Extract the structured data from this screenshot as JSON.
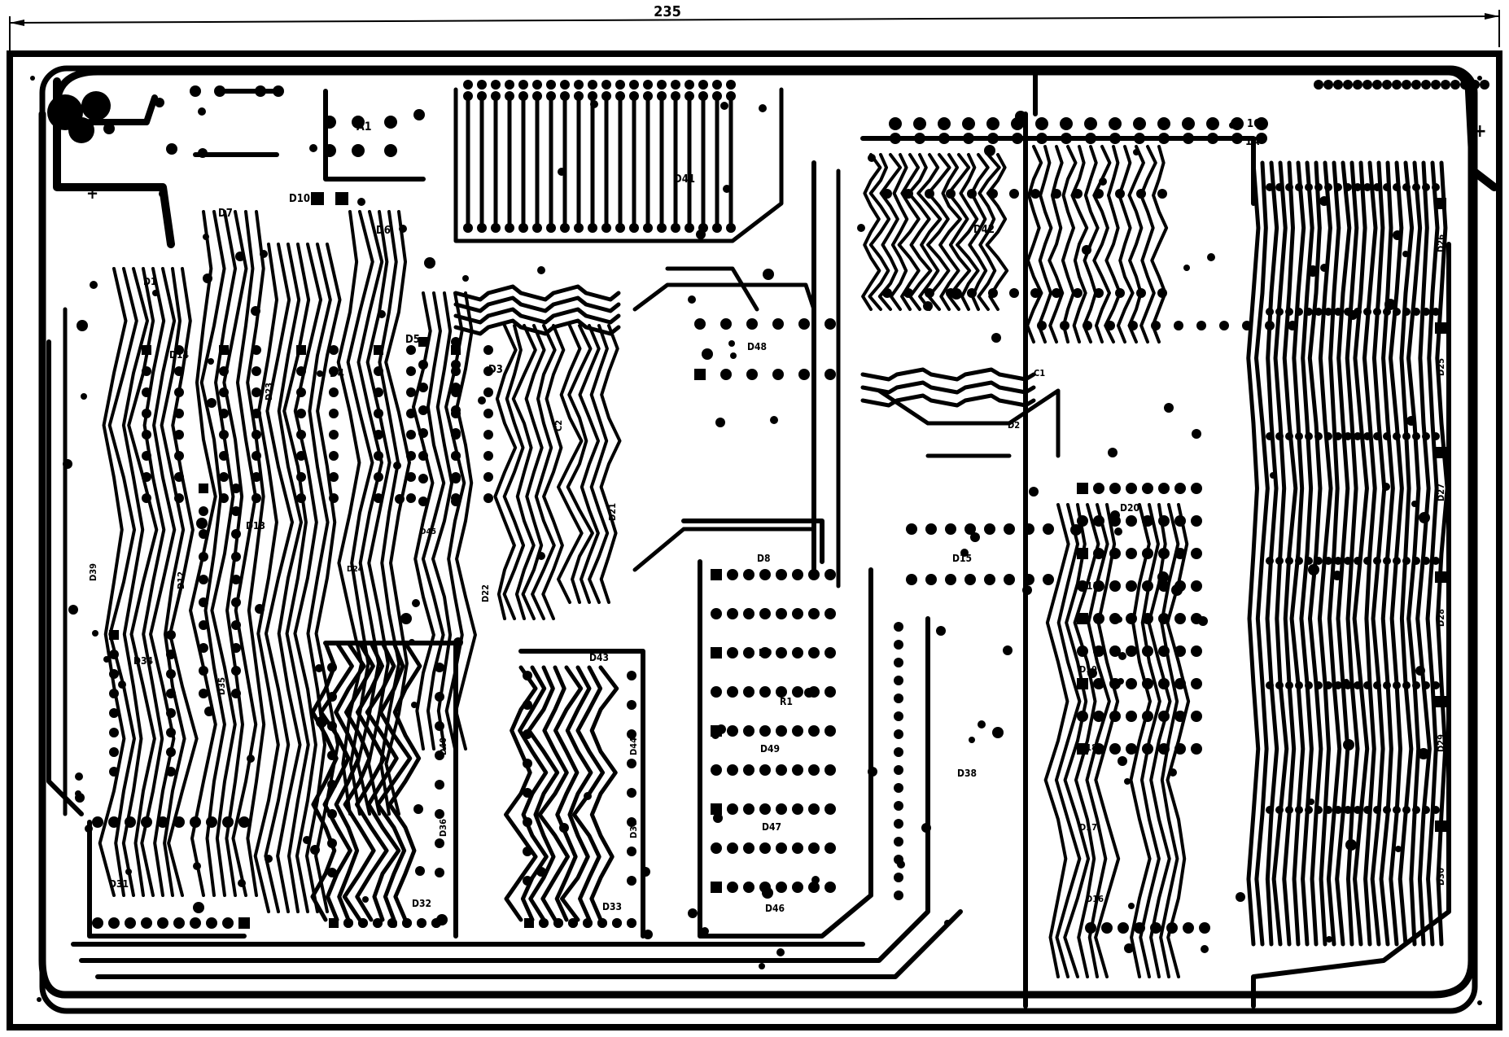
{
  "dimension": {
    "value": "235"
  },
  "board": {
    "trace_color": "#000000",
    "background_color": "#ffffff"
  },
  "polarity": {
    "left": "+",
    "right": "+"
  },
  "labels": [
    {
      "id": "A1",
      "text": "A1"
    },
    {
      "id": "D10",
      "text": "D10"
    },
    {
      "id": "D7",
      "text": "D7"
    },
    {
      "id": "D6",
      "text": "D6"
    },
    {
      "id": "D1",
      "text": "D1"
    },
    {
      "id": "D14",
      "text": "D14"
    },
    {
      "id": "D4",
      "text": "D4"
    },
    {
      "id": "D5",
      "text": "D5"
    },
    {
      "id": "D3",
      "text": "D3"
    },
    {
      "id": "D13",
      "text": "D13"
    },
    {
      "id": "D34",
      "text": "D34"
    },
    {
      "id": "D31",
      "text": "D31"
    },
    {
      "id": "D32",
      "text": "D32"
    },
    {
      "id": "D33",
      "text": "D33"
    },
    {
      "id": "D41",
      "text": "D41"
    },
    {
      "id": "D42",
      "text": "D42"
    },
    {
      "id": "D48",
      "text": "D48"
    },
    {
      "id": "D8",
      "text": "D8"
    },
    {
      "id": "D9",
      "text": "D9"
    },
    {
      "id": "R1",
      "text": "R1"
    },
    {
      "id": "D49",
      "text": "D49"
    },
    {
      "id": "D47",
      "text": "D47"
    },
    {
      "id": "D46",
      "text": "D46"
    },
    {
      "id": "D43",
      "text": "D43"
    },
    {
      "id": "D15",
      "text": "D15"
    },
    {
      "id": "D38",
      "text": "D38"
    },
    {
      "id": "D20",
      "text": "D20"
    },
    {
      "id": "D11",
      "text": "D11"
    },
    {
      "id": "D19",
      "text": "D19"
    },
    {
      "id": "D18",
      "text": "D18"
    },
    {
      "id": "D17",
      "text": "D17"
    },
    {
      "id": "D16",
      "text": "D16"
    },
    {
      "id": "D2",
      "text": "D2"
    },
    {
      "id": "C1",
      "text": "C1"
    },
    {
      "id": "D21",
      "text": "D21"
    },
    {
      "id": "D22",
      "text": "D22"
    },
    {
      "id": "D35",
      "text": "D35"
    },
    {
      "id": "D40",
      "text": "D40"
    },
    {
      "id": "D44",
      "text": "D44"
    },
    {
      "id": "D36",
      "text": "D36"
    },
    {
      "id": "D37",
      "text": "D37"
    },
    {
      "id": "D26",
      "text": "D26"
    },
    {
      "id": "D25",
      "text": "D25"
    },
    {
      "id": "D27",
      "text": "D27"
    },
    {
      "id": "D28",
      "text": "D28"
    },
    {
      "id": "D29",
      "text": "D29"
    },
    {
      "id": "D30",
      "text": "D30"
    },
    {
      "id": "D39",
      "text": "D39"
    },
    {
      "id": "D12",
      "text": "D12"
    },
    {
      "id": "D23",
      "text": "D23"
    },
    {
      "id": "D24",
      "text": "D24"
    },
    {
      "id": "D45",
      "text": "D45"
    },
    {
      "id": "C2",
      "text": "C2"
    },
    {
      "id": "conn16",
      "text": "16"
    },
    {
      "id": "conn1A",
      "text": "1A"
    }
  ]
}
